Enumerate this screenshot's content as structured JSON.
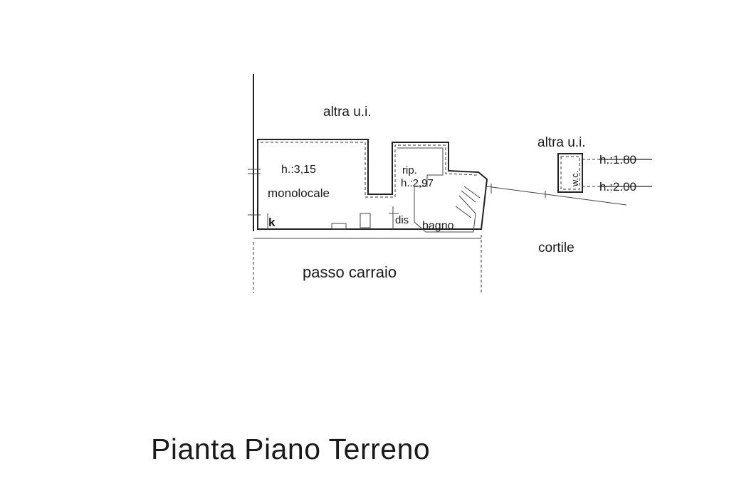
{
  "plan": {
    "title": "Pianta Piano Terreno",
    "labels": {
      "altra_top": "altra u.i.",
      "altra_right": "altra u.i.",
      "room_height": "h.:3,15",
      "monolocale": "monolocale",
      "k": "k",
      "rip": "rip.",
      "rip_height": "h.:2,97",
      "dis": "dis",
      "bagno": "bagno",
      "wc": "w.c.",
      "h_180": "h.:1.80",
      "h_200": "h.:2.00",
      "cortile": "cortile",
      "passo_carraio": "passo carraio"
    }
  }
}
